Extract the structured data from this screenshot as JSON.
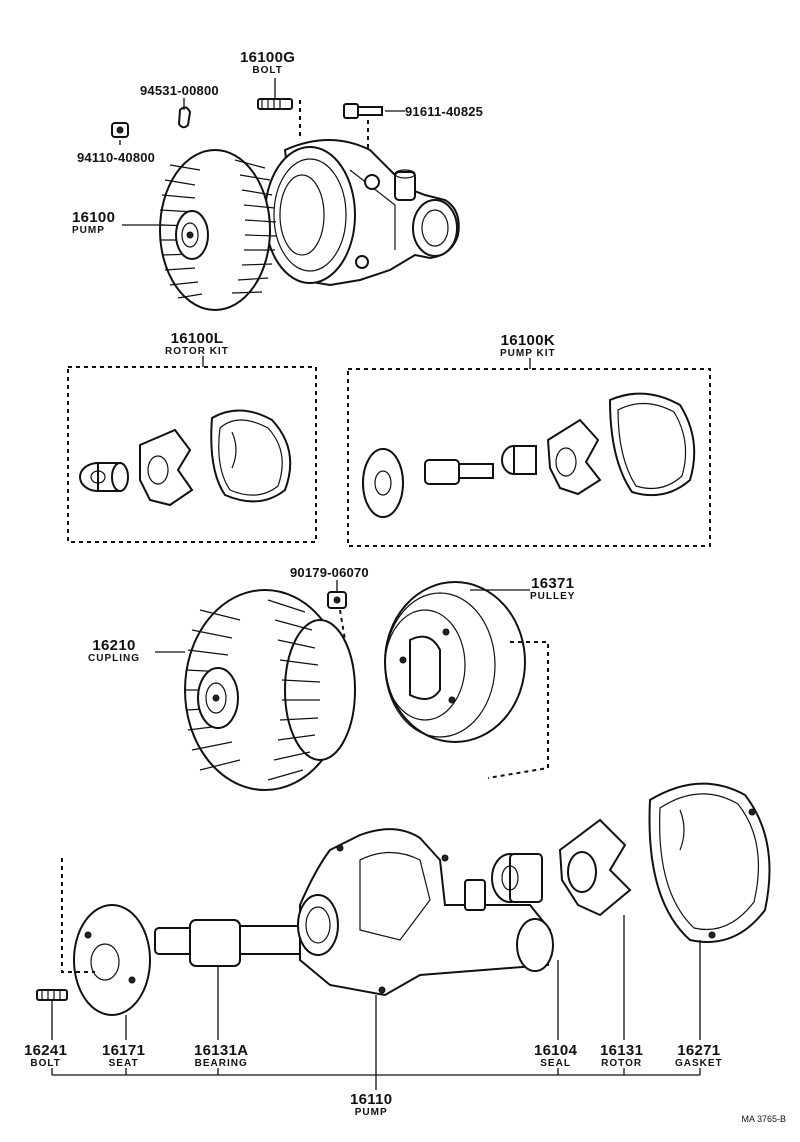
{
  "labels": {
    "p16100G": {
      "num": "16100G",
      "name": "BOLT"
    },
    "p16100": {
      "num": "16100",
      "name": "PUMP"
    },
    "p16100L": {
      "num": "16100L",
      "name": "ROTOR KIT"
    },
    "p16100K": {
      "num": "16100K",
      "name": "PUMP KIT"
    },
    "p16371": {
      "num": "16371",
      "name": "PULLEY"
    },
    "p16210": {
      "num": "16210",
      "name": "CUPLING"
    },
    "p16241": {
      "num": "16241",
      "name": "BOLT"
    },
    "p16171": {
      "num": "16171",
      "name": "SEAT"
    },
    "p16131A": {
      "num": "16131A",
      "name": "BEARING"
    },
    "p16104": {
      "num": "16104",
      "name": "SEAL"
    },
    "p16131": {
      "num": "16131",
      "name": "ROTOR"
    },
    "p16271": {
      "num": "16271",
      "name": "GASKET"
    },
    "p16110": {
      "num": "16110",
      "name": "PUMP"
    }
  },
  "part_numbers": {
    "n94531": "94531-00800",
    "n91611": "91611-40825",
    "n94110": "94110-40800",
    "n90179": "90179-06070"
  },
  "reference": "MA 3765-B"
}
